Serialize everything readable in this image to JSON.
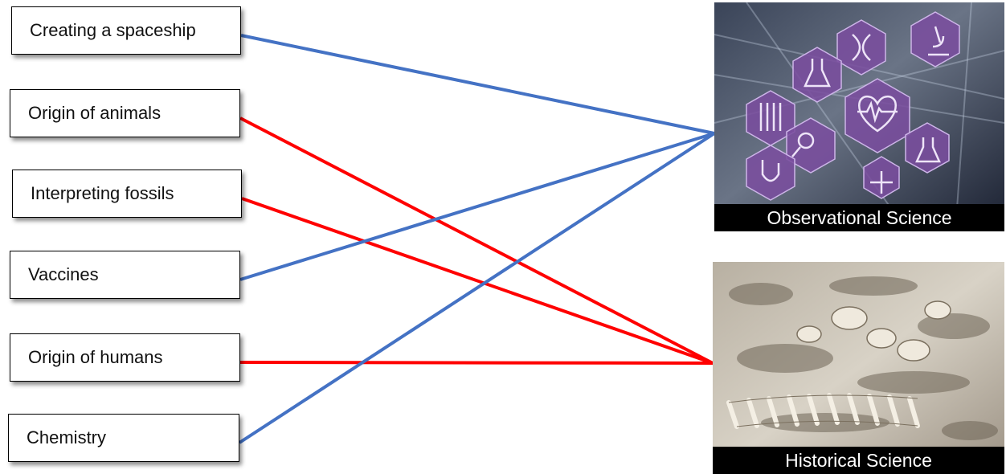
{
  "terms": [
    {
      "id": "t1",
      "label": "Creating a spaceship"
    },
    {
      "id": "t2",
      "label": "Origin of animals"
    },
    {
      "id": "t3",
      "label": "Interpreting fossils"
    },
    {
      "id": "t4",
      "label": "Vaccines"
    },
    {
      "id": "t5",
      "label": "Origin of humans"
    },
    {
      "id": "t6",
      "label": "Chemistry"
    }
  ],
  "categories": [
    {
      "id": "observational",
      "label": "Observational Science"
    },
    {
      "id": "historical",
      "label": "Historical Science"
    }
  ],
  "links": [
    {
      "from": "t1",
      "to": "observational",
      "color": "#4472c4"
    },
    {
      "from": "t2",
      "to": "historical",
      "color": "#ff0000"
    },
    {
      "from": "t3",
      "to": "historical",
      "color": "#ff0000"
    },
    {
      "from": "t4",
      "to": "observational",
      "color": "#4472c4"
    },
    {
      "from": "t5",
      "to": "historical",
      "color": "#ff0000"
    },
    {
      "from": "t6",
      "to": "observational",
      "color": "#4472c4"
    }
  ]
}
